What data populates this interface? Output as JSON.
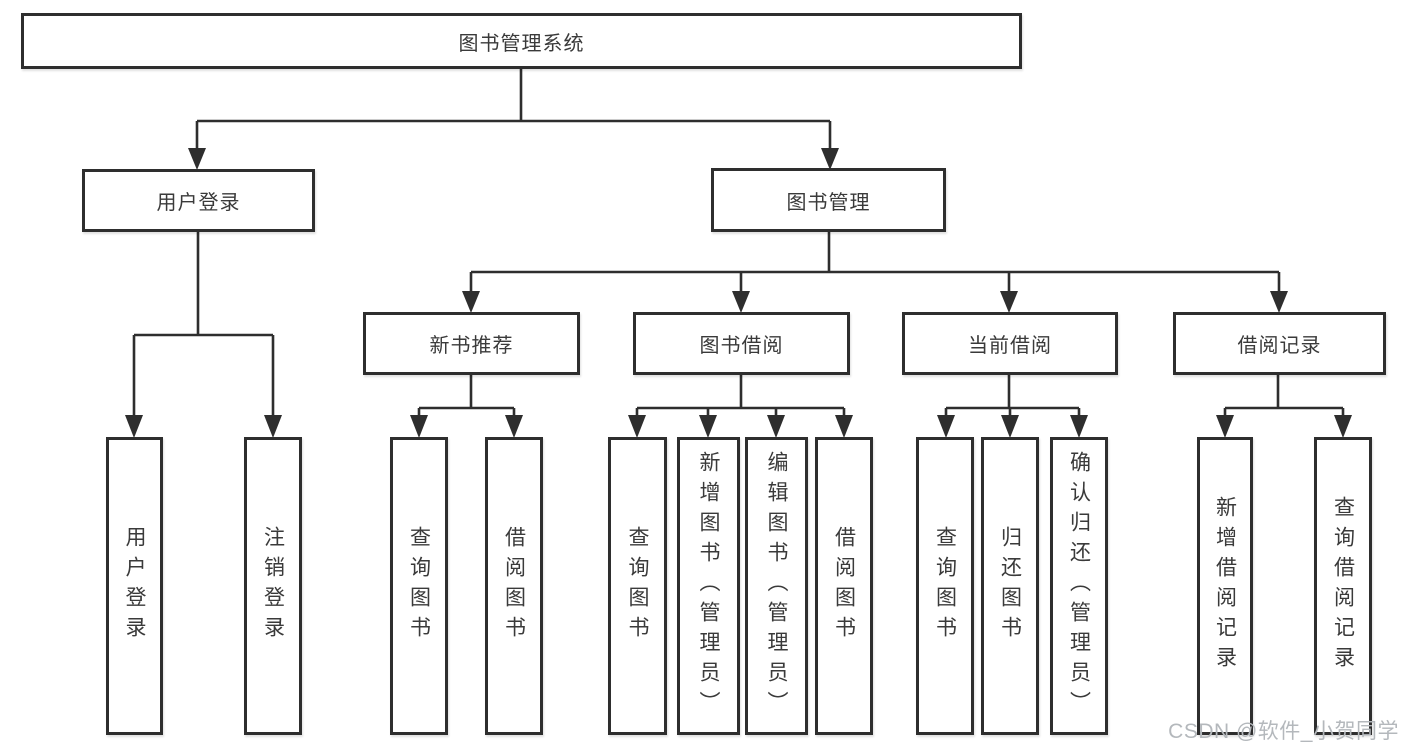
{
  "diagram": {
    "root": {
      "label": "图书管理系统"
    },
    "level2": [
      {
        "label": "用户登录"
      },
      {
        "label": "图书管理"
      }
    ],
    "level3": [
      {
        "label": "新书推荐"
      },
      {
        "label": "图书借阅"
      },
      {
        "label": "当前借阅"
      },
      {
        "label": "借阅记录"
      }
    ],
    "leaves": {
      "user_login": [
        "用户登录",
        "注销登录"
      ],
      "new_book_rec": [
        "查询图书",
        "借阅图书"
      ],
      "book_borrow": [
        "查询图书",
        "新增图书（管理员）",
        "编辑图书（管理员）",
        "借阅图书"
      ],
      "current_borrow": [
        "查询图书",
        "归还图书",
        "确认归还（管理员）"
      ],
      "borrow_records": [
        "新增借阅记录",
        "查询借阅记录"
      ]
    }
  },
  "watermark": "CSDN @软件_小贺同学",
  "colors": {
    "line": "#2e2e2e",
    "box_border": "#2e2e2e",
    "text": "#3a3a3a",
    "watermark": "#b4b8bc",
    "background": "#ffffff"
  }
}
